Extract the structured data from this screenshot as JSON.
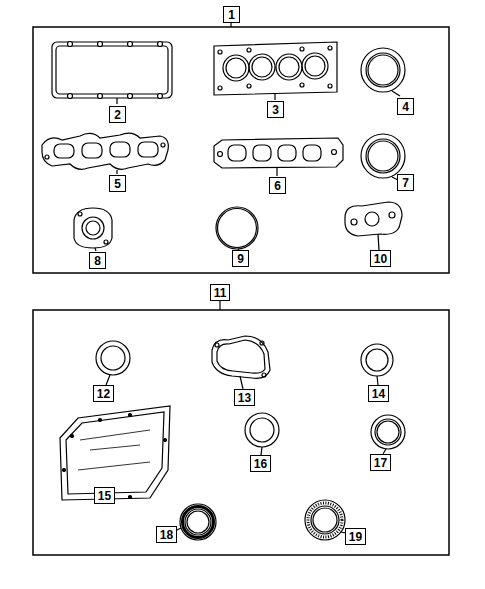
{
  "diagram": {
    "nodes": [
      {
        "text": [
          "1"
        ]
      },
      {
        "text": [
          "2"
        ]
      },
      {
        "text": [
          "3"
        ]
      },
      {
        "text": [
          "4"
        ]
      },
      {
        "text": [
          "5"
        ]
      },
      {
        "text": [
          "6"
        ]
      },
      {
        "text": [
          "7"
        ]
      },
      {
        "text": [
          "8"
        ]
      },
      {
        "text": [
          "9"
        ]
      },
      {
        "text": [
          "10"
        ]
      },
      {
        "text": [
          "11"
        ]
      },
      {
        "text": [
          "12"
        ]
      },
      {
        "text": [
          "13"
        ]
      },
      {
        "text": [
          "14"
        ]
      },
      {
        "text": [
          "15"
        ]
      },
      {
        "text": [
          "16"
        ]
      },
      {
        "text": [
          "17"
        ]
      },
      {
        "text": [
          "18"
        ]
      },
      {
        "text": [
          "19"
        ]
      }
    ]
  }
}
